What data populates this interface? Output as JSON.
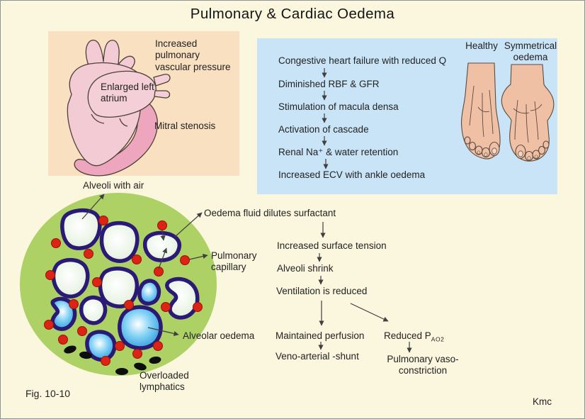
{
  "title": "Pulmonary & Cardiac Oedema",
  "fig_label": "Fig. 10-10",
  "credit": "Kmc",
  "heart_panel": {
    "label_pressure": "Increased pulmonary vascular pressure",
    "label_atrium": "Enlarged left atrium",
    "label_mitral": "Mitral stenosis"
  },
  "renal_flow": {
    "steps": [
      "Congestive heart failure with reduced Q",
      "Diminished RBF & GFR",
      "Stimulation of macula densa",
      "Activation of cascade",
      "Renal Na⁺ & water retention",
      "Increased ECV with ankle oedema"
    ],
    "label_healthy": "Healthy",
    "label_oedema_foot": "Symmetrical oedema"
  },
  "lung_panel": {
    "label_alveoli_air": "Alveoli with air",
    "label_oedema_fluid": "Oedema fluid dilutes surfactant",
    "label_capillary": "Pulmonary capillary",
    "label_alveolar_oedema": "Alveolar oedema",
    "label_lymphatics": "Overloaded lymphatics"
  },
  "surfactant_flow": {
    "steps": [
      "Increased surface tension",
      "Alveoli shrink",
      "Ventilation is reduced"
    ],
    "left_branch": [
      "Maintained perfusion",
      "Veno-arterial -shunt"
    ],
    "right_branch_head_pre": "Reduced P",
    "right_branch_head_sub": "AO2",
    "right_branch_tail": "Pulmonary vaso-constriction"
  },
  "colors": {
    "background": "#faf7de",
    "heart_panel_bg": "#f8e0c1",
    "renal_panel_bg": "#c9e4f7",
    "lung_circle": "#add165",
    "heart_pink": "#f2cbd4",
    "heart_deep_pink": "#eda6bd",
    "alveolus_outline_navy": "#2a1a75",
    "oedema_blue": "#1f8fd8",
    "capillary_red": "#dc2415",
    "lymphatic_black": "#0d0d0d",
    "skin": "#f0c0a4",
    "text": "#222222"
  }
}
